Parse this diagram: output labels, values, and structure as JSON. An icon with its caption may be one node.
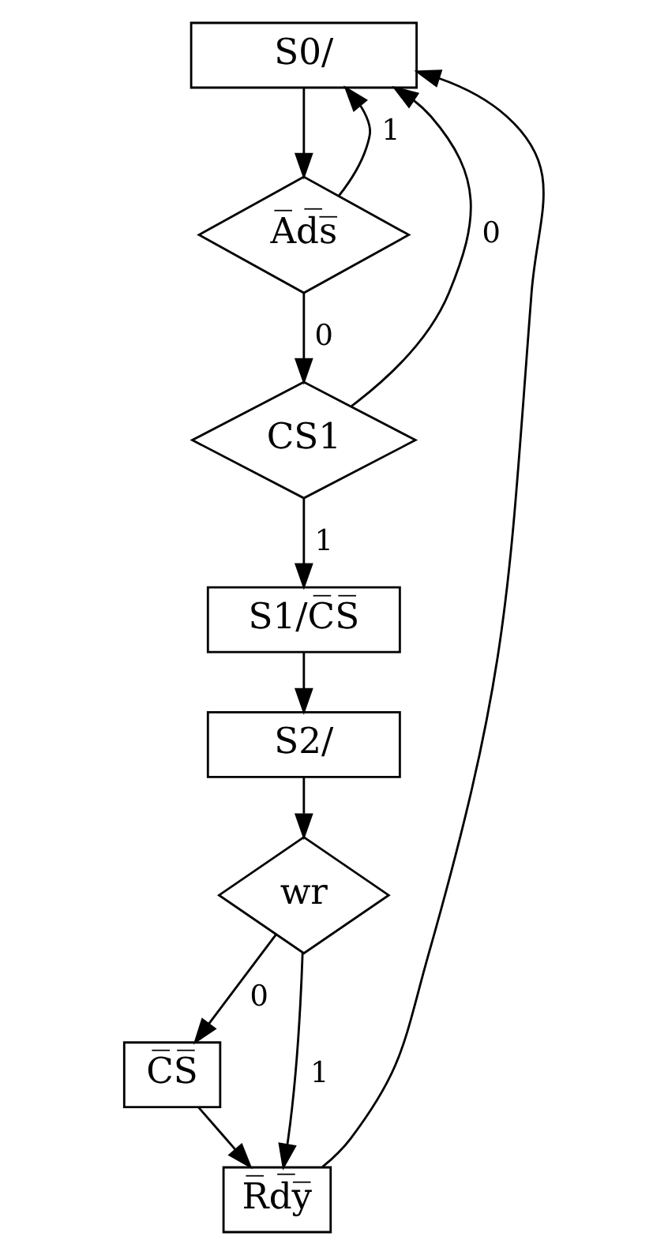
{
  "diagram": {
    "nodes": [
      {
        "text": [
          "S0/"
        ]
      },
      {
        "text": [
          "A̅d̅s̅"
        ]
      },
      {
        "text": [
          "CS1"
        ]
      },
      {
        "text": [
          "S1/C̅S̅"
        ]
      },
      {
        "text": [
          "S2/"
        ]
      },
      {
        "text": [
          "wr"
        ]
      },
      {
        "text": [
          "C̅S̅"
        ]
      },
      {
        "text": [
          "R̅d̅y̅"
        ]
      }
    ],
    "edges": [
      {
        "from": 0,
        "to": 1,
        "arrow": "to"
      },
      {
        "from": 1,
        "to": 0,
        "arrow": "to",
        "label": "1"
      },
      {
        "from": 1,
        "to": 2,
        "arrow": "to",
        "label": "0"
      },
      {
        "from": 2,
        "to": 3,
        "arrow": "to",
        "label": "1"
      },
      {
        "from": 2,
        "to": 0,
        "arrow": "to",
        "label": "0"
      },
      {
        "from": 3,
        "to": 4,
        "arrow": "to"
      },
      {
        "from": 4,
        "to": 5,
        "arrow": "to"
      },
      {
        "from": 5,
        "to": 6,
        "arrow": "to",
        "label": "0"
      },
      {
        "from": 5,
        "to": 7,
        "arrow": "to",
        "label": "1"
      },
      {
        "from": 6,
        "to": 7,
        "arrow": "to"
      },
      {
        "from": 7,
        "to": 0,
        "arrow": "to"
      }
    ]
  }
}
